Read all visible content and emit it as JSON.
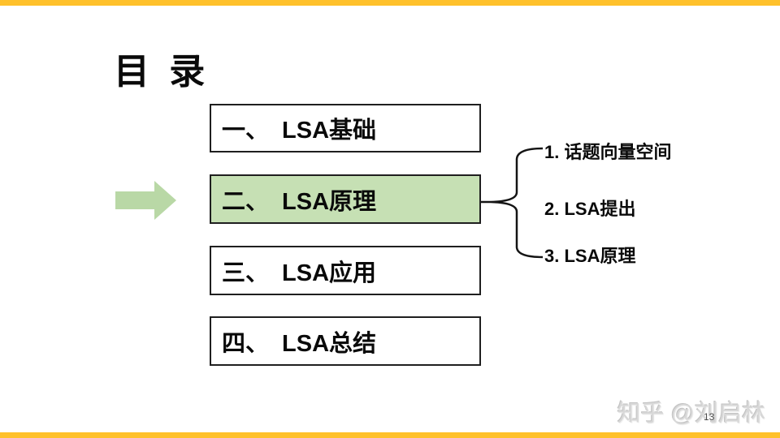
{
  "slide": {
    "title": "目 录",
    "page_number": "13",
    "watermark": "知乎 @刘启林"
  },
  "toc": {
    "items": [
      {
        "num": "一、",
        "label": "LSA基础",
        "active": false
      },
      {
        "num": "二、",
        "label": "LSA原理",
        "active": true
      },
      {
        "num": "三、",
        "label": "LSA应用",
        "active": false
      },
      {
        "num": "四、",
        "label": "LSA总结",
        "active": false
      }
    ]
  },
  "subtopics": {
    "items": [
      {
        "label": "1. 话题向量空间"
      },
      {
        "label": "2. LSA提出"
      },
      {
        "label": "3. LSA原理"
      }
    ]
  },
  "colors": {
    "highlight_fill": "#c6e0b4",
    "arrow_fill": "#b9d8a6",
    "accent_bar": "#ffc12b",
    "border": "#1f1f1f",
    "watermark_gray": "#d8d8d8"
  }
}
